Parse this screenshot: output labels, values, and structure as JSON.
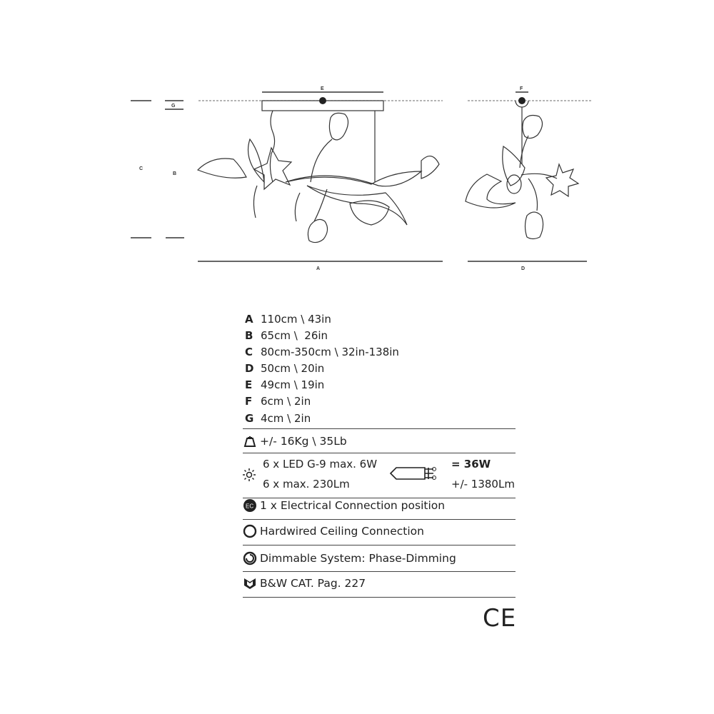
{
  "drawing": {
    "labels": {
      "a": "A",
      "b": "B",
      "c": "C",
      "d": "D",
      "e": "E",
      "f": "F",
      "g": "G",
      "ec": "EC"
    }
  },
  "dimensions": [
    {
      "letter": "A",
      "value": "110cm \\ 43in"
    },
    {
      "letter": "B",
      "value": "65cm \\  26in"
    },
    {
      "letter": "C",
      "value": "80cm-350cm \\ 32in-138in"
    },
    {
      "letter": "D",
      "value": "50cm \\ 20in"
    },
    {
      "letter": "E",
      "value": "49cm \\ 19in"
    },
    {
      "letter": "F",
      "value": "6cm \\ 2in"
    },
    {
      "letter": "G",
      "value": "4cm \\ 2in"
    }
  ],
  "weight": {
    "icon": "weight-icon",
    "text": "+/- 16Kg \\ 35Lb"
  },
  "lighting": {
    "icon": "sun-icon",
    "bulbs": "6 x LED G-9 max. 6W",
    "lumens": "6 x max. 230Lm",
    "total_power": "= 36W",
    "total_lumens": "+/- 1380Lm"
  },
  "features": [
    {
      "icon": "electrical-connection-icon",
      "text": "1 x Electrical Connection position"
    },
    {
      "icon": "circle-icon",
      "text": "Hardwired Ceiling Connection"
    },
    {
      "icon": "dimmer-icon",
      "text": "Dimmable System: Phase-Dimming"
    },
    {
      "icon": "catalog-icon",
      "text": "B&W CAT. Pag. 227"
    }
  ],
  "certification": "CE"
}
